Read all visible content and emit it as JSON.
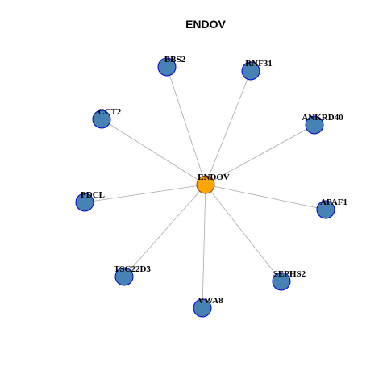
{
  "title": "ENDOV",
  "colors": {
    "hub_fill": "#FFA500",
    "hub_stroke": "#8B4513",
    "node_fill": "#4682B4",
    "node_stroke": "#0000CD",
    "edge": "#A9A9A9"
  },
  "network": {
    "hub": "ENDOV",
    "neighbors": [
      "BBS2",
      "RNF31",
      "ANKRD40",
      "APAF1",
      "SEPHS2",
      "VWA8",
      "TSC22D3",
      "PDCL",
      "CCT2"
    ]
  }
}
